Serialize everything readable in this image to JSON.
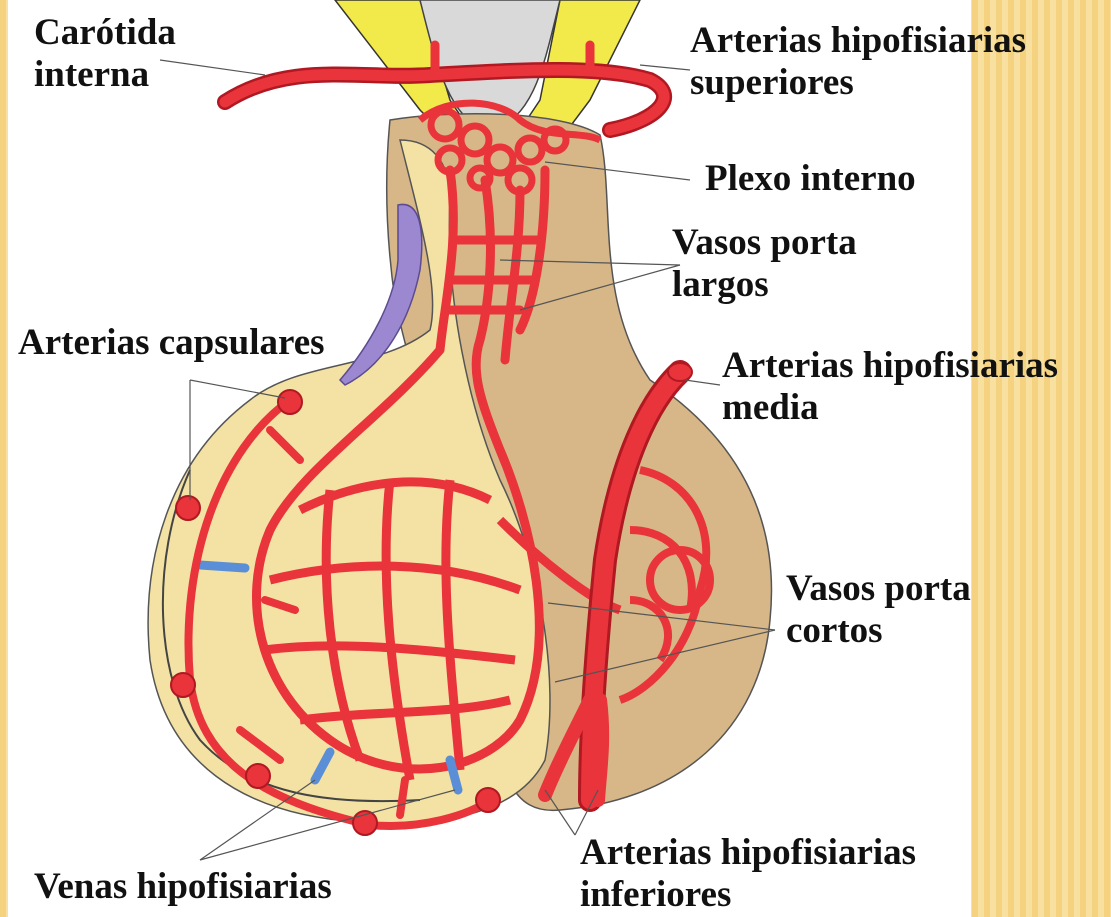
{
  "labels": {
    "carotida": [
      "Carótida",
      "interna"
    ],
    "hip_sup": [
      "Arterias hipofisiarias",
      "superiores"
    ],
    "plexo": [
      "Plexo interno"
    ],
    "porta_largos": [
      "Vasos porta",
      "largos"
    ],
    "capsulares": [
      "Arterias capsulares"
    ],
    "hip_media": [
      "Arterias hipofisiarias",
      "media"
    ],
    "porta_cortos": [
      "Vasos porta",
      "cortos"
    ],
    "hip_inf": [
      "Arterias hipofisiarias",
      "inferiores"
    ],
    "venas": [
      "Venas hipofisiarias"
    ]
  },
  "colors": {
    "artery": "#e8343a",
    "artery_dark": "#b01822",
    "vein": "#5a8fd8",
    "stalk": "#f4e6a2",
    "posterior": "#d7b787",
    "anterior": "#f3e2a4",
    "chiasm": "#f2e94a",
    "purple": "#9b88d0"
  }
}
